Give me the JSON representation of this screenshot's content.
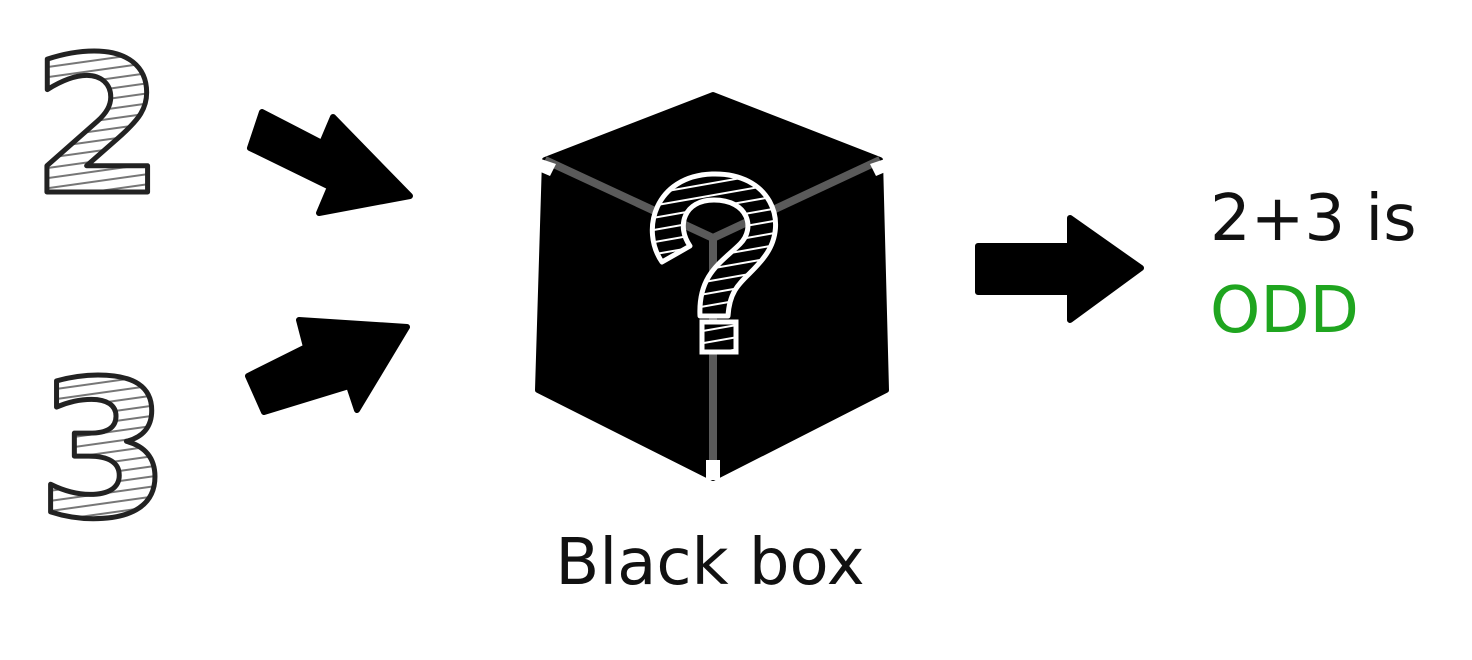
{
  "inputs": {
    "first": "2",
    "second": "3"
  },
  "box": {
    "label": "Black box",
    "icon": "question-mark-icon"
  },
  "result": {
    "expression": "2+3 is",
    "verdict": "ODD"
  },
  "colors": {
    "ink": "#000000",
    "box_fill": "#000000",
    "box_edge": "#5a5a5a",
    "verdict": "#1fa51f",
    "text": "#111111"
  }
}
